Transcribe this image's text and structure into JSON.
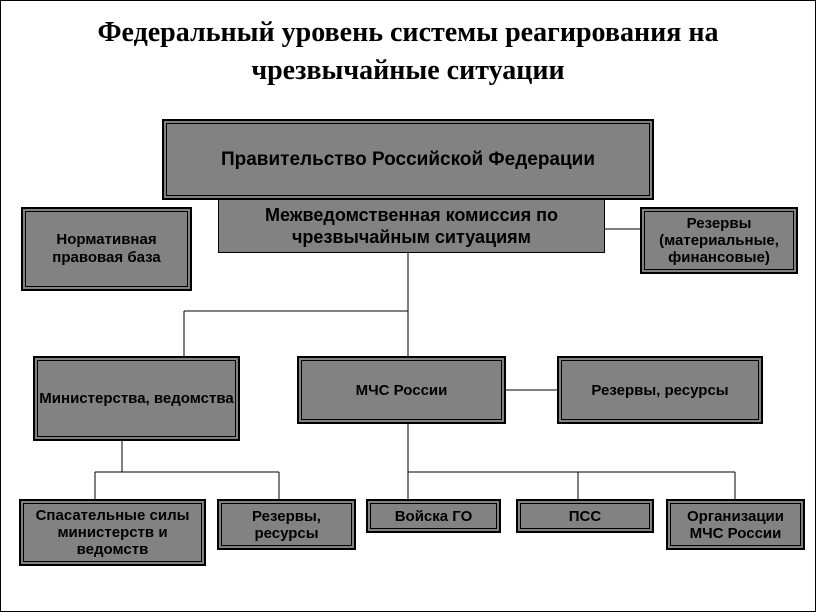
{
  "title": "Федеральный уровень системы реагирования на чрезвычайные ситуации",
  "colors": {
    "box_fill": "#828282",
    "line": "#000000",
    "background": "#ffffff"
  },
  "nodes": {
    "government": "Правительство Российской Федерации",
    "commission": "Межведомственная комиссия по чрезвычайным ситуациям",
    "legal_base": "Нормативная правовая база",
    "reserves_material": "Резервы (материальные, финансовые)",
    "ministries": "Министерства, ведомства",
    "emercom": "МЧС России",
    "reserves_resources_right": "Резервы, ресурсы",
    "rescue_forces": "Спасательные силы министерств и ведомств",
    "reserves_resources_left": "Резервы, ресурсы",
    "civil_defense_troops": "Войска ГО",
    "pss": "ПСС",
    "emercom_organizations": "Организации МЧС России"
  }
}
